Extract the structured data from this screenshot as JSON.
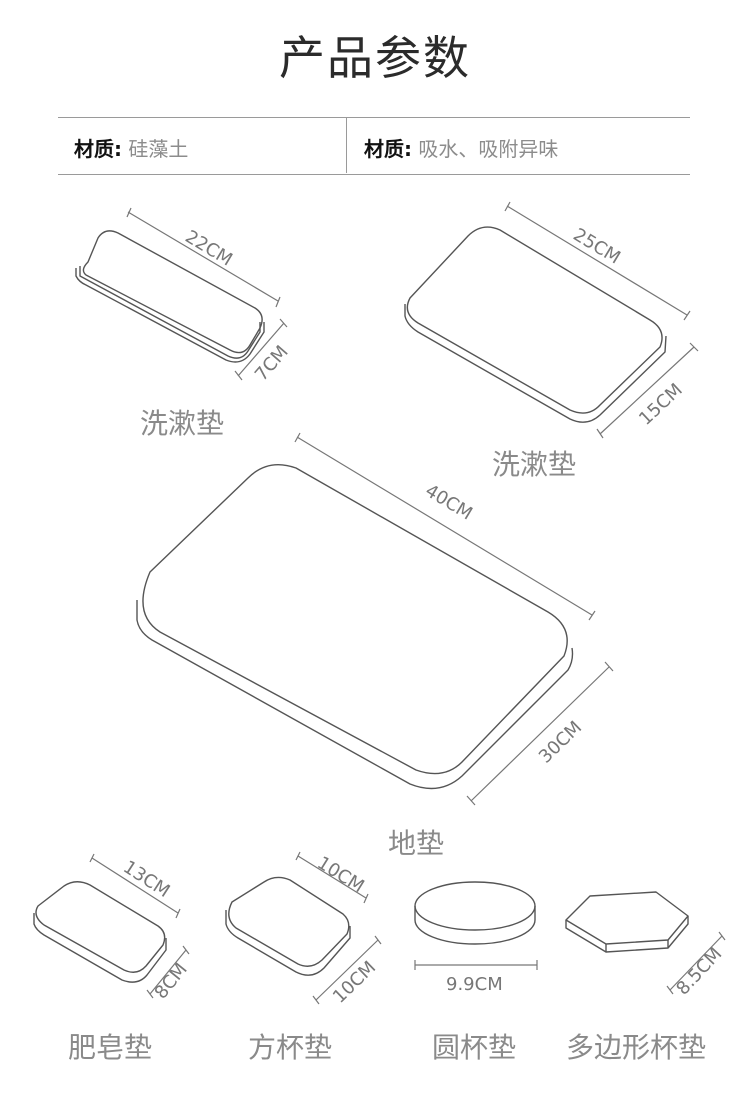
{
  "title": "产品参数",
  "specs": [
    {
      "key": "材质",
      "sep": ":",
      "value": "硅藻土"
    },
    {
      "key": "材质",
      "sep": ":",
      "value": "吸水、吸附异味"
    }
  ],
  "products": {
    "wash_small": {
      "caption": "洗漱垫",
      "dim_length": "22CM",
      "dim_width": "7CM"
    },
    "wash_large": {
      "caption": "洗漱垫",
      "dim_length": "25CM",
      "dim_width": "15CM"
    },
    "floor": {
      "caption": "地垫",
      "dim_length": "40CM",
      "dim_width": "30CM"
    },
    "soap": {
      "caption": "肥皂垫",
      "dim_length": "13CM",
      "dim_width": "8CM"
    },
    "square_cup": {
      "caption": "方杯垫",
      "dim_length": "10CM",
      "dim_width": "10CM"
    },
    "round_cup": {
      "caption": "圆杯垫",
      "dim_diameter": "9.9CM"
    },
    "hex_cup": {
      "caption": "多边形杯垫",
      "dim_size": "8.5CM"
    }
  },
  "colors": {
    "line": "#555555",
    "dim_line": "#777777",
    "caption": "#8a8a8a"
  }
}
